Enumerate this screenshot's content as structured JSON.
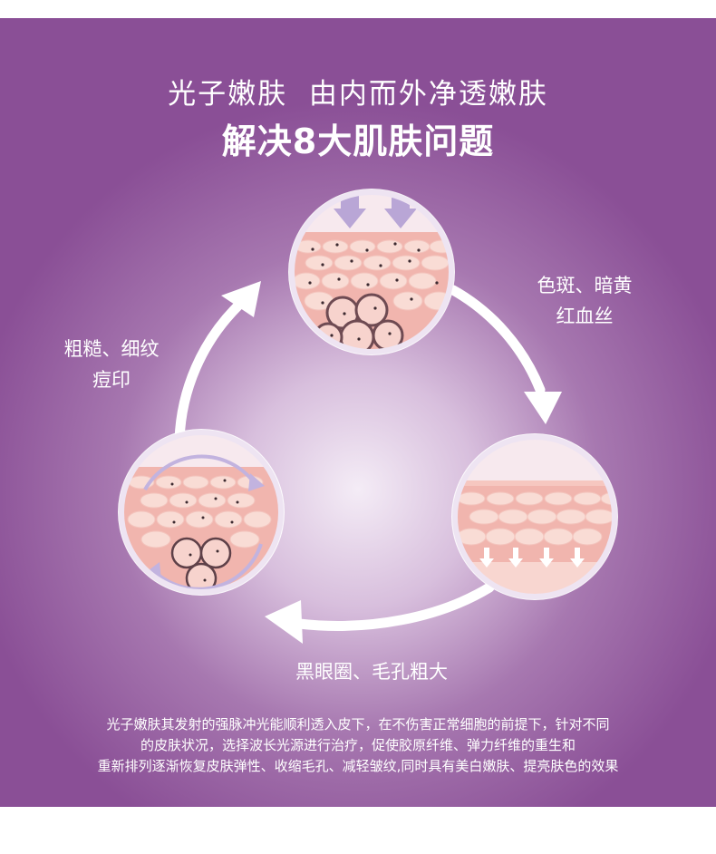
{
  "header": {
    "line1": "光子嫩肤  由内而外净透嫩肤",
    "line2": "解决8大肌肤问题"
  },
  "labels": {
    "right": [
      "色斑、暗黄",
      "红血丝"
    ],
    "left": [
      "粗糙、细纹",
      "痘印"
    ],
    "bottom": "黑眼圈、毛孔粗大"
  },
  "description": [
    "光子嫩肤其发射的强脉冲光能顺利透入皮下，在不伤害正常细胞的前提下，针对不同",
    "的皮肤状况，选择波长光源进行治疗，促使胶原纤维、弹力纤维的重生和",
    "重新排列逐渐恢复皮肤弹性、收缩毛孔、减轻皱纹,同时具有美白嫩肤、提亮肤色的效果"
  ],
  "colors": {
    "background_dark": "#8a4f96",
    "background_light": "#f4ecf6",
    "skin_cell": "#f6d2cc",
    "skin_tissue": "#f1b5ae",
    "arrow": "#ffffff",
    "light_arrow": "#b9a6d6"
  }
}
